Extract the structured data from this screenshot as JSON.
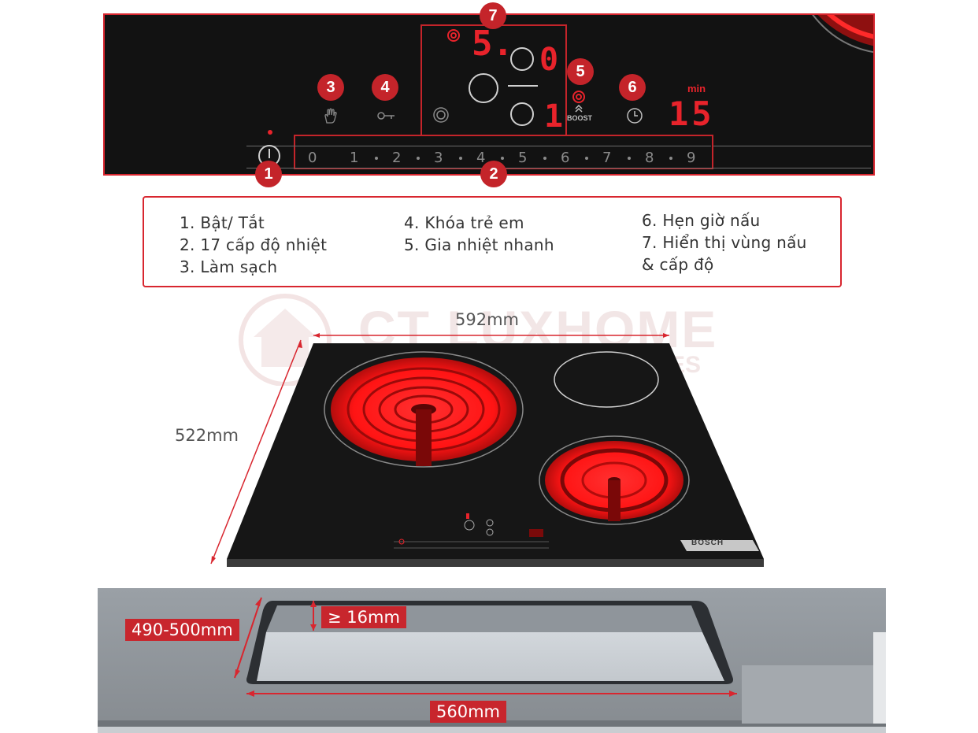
{
  "panel": {
    "badges": [
      "1",
      "2",
      "3",
      "4",
      "5",
      "6",
      "7"
    ],
    "zone_level_top": "5.",
    "zone_level_right_top": "0",
    "zone_level_right_bottom": "1",
    "boost_label": "BOOST",
    "timer_unit": "min",
    "timer_value": "15",
    "slider_levels": [
      "0",
      "1",
      "2",
      "3",
      "4",
      "5",
      "6",
      "7",
      "8",
      "9"
    ]
  },
  "legend": {
    "col1": [
      "1. Bật/ Tắt",
      "2. 17 cấp độ nhiệt",
      "3. Làm sạch"
    ],
    "col2": [
      "4. Khóa trẻ em",
      "5. Gia nhiệt nhanh"
    ],
    "col3": [
      "6. Hẹn giờ nấu",
      "7. Hiển thị vùng nấu",
      "& cấp độ"
    ]
  },
  "cooktop": {
    "width_label": "592mm",
    "depth_label": "522mm",
    "brand": "BOSCH"
  },
  "watermark": {
    "main": "CT LUXHOME",
    "sub": "ES"
  },
  "cutout": {
    "depth_label": "490-500mm",
    "thickness_label": "≥ 16mm",
    "width_label": "560mm"
  },
  "colors": {
    "accent": "#c8262d",
    "panel_bg": "#121212",
    "heat": "#ff1a1a"
  }
}
